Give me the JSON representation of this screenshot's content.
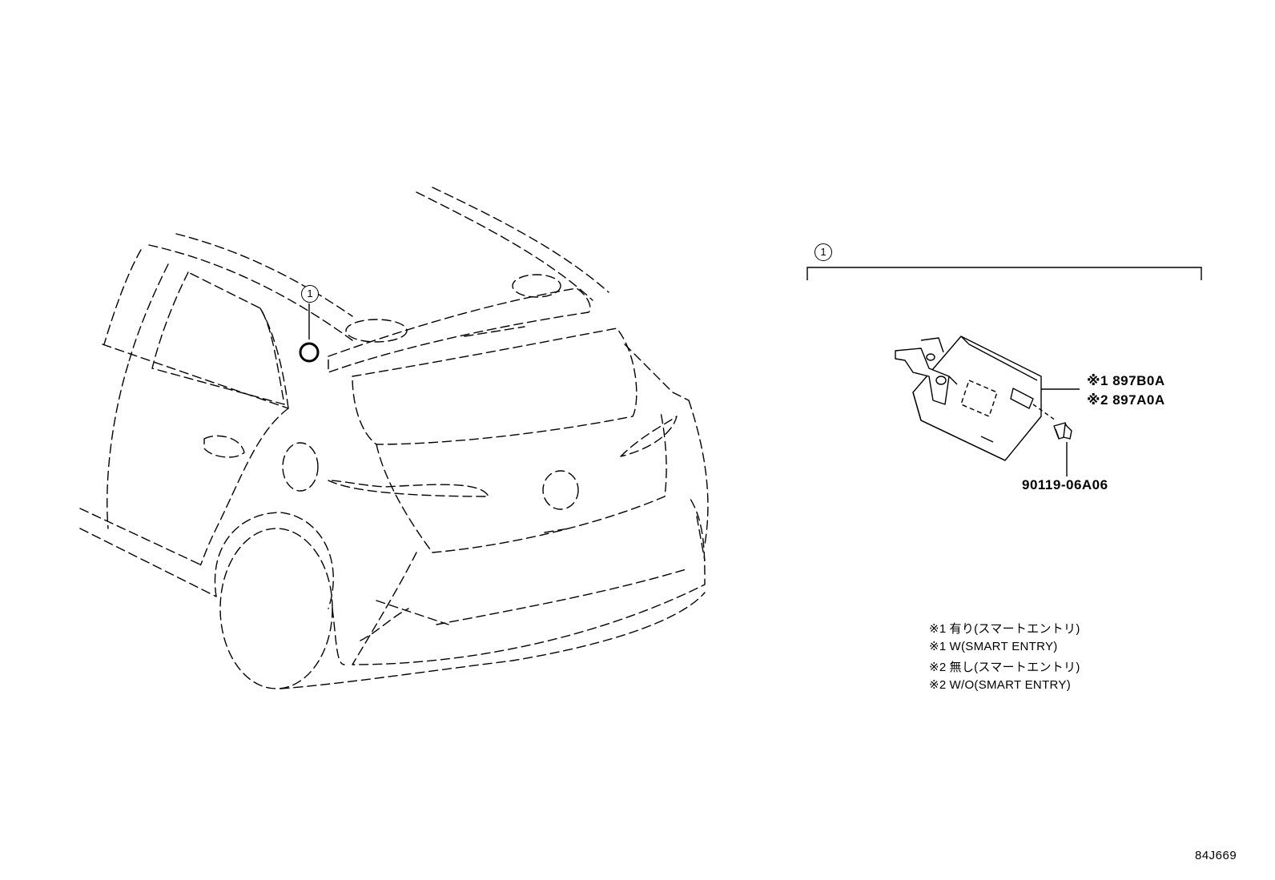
{
  "callouts": {
    "car_ref": "1",
    "group_ref": "1"
  },
  "parts": {
    "ecu_line1": {
      "mark": "※1",
      "number": "897B0A"
    },
    "ecu_line2": {
      "mark": "※2",
      "number": "897A0A"
    },
    "bolt": {
      "number": "90119-06A06"
    }
  },
  "notes": [
    {
      "mark": "※1",
      "text": "有り(スマートエントリ)"
    },
    {
      "mark": "※1",
      "text": "W(SMART ENTRY)"
    },
    {
      "mark": "※2",
      "text": "無し(スマートエントリ)"
    },
    {
      "mark": "※2",
      "text": "W/O(SMART ENTRY)"
    }
  ],
  "diagram_id": "84J669"
}
